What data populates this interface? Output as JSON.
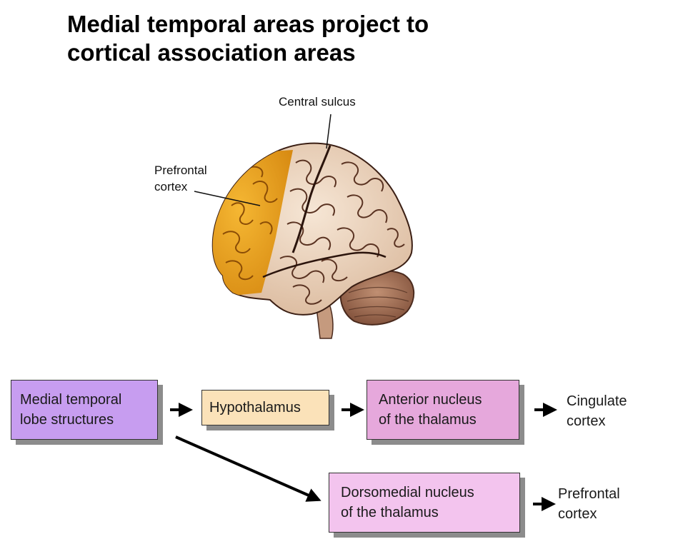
{
  "title": {
    "line1": "Medial temporal areas project to",
    "line2": "cortical association areas"
  },
  "brain_labels": {
    "central_sulcus": "Central sulcus",
    "prefrontal_line1": "Prefrontal",
    "prefrontal_line2": "cortex"
  },
  "flow": {
    "medial_temporal": {
      "line1": "Medial temporal",
      "line2": "lobe structures",
      "color": "#c79df0"
    },
    "hypothalamus": {
      "label": "Hypothalamus",
      "color": "#fbe2b9"
    },
    "anterior_nucleus": {
      "line1": "Anterior nucleus",
      "line2": "of the thalamus",
      "color": "#e6a8dc"
    },
    "cingulate": {
      "line1": "Cingulate",
      "line2": "cortex"
    },
    "dorsomedial_nucleus": {
      "line1": "Dorsomedial nucleus",
      "line2": "of the thalamus",
      "color": "#f3c4ee"
    },
    "prefrontal": {
      "line1": "Prefrontal",
      "line2": "cortex"
    }
  }
}
